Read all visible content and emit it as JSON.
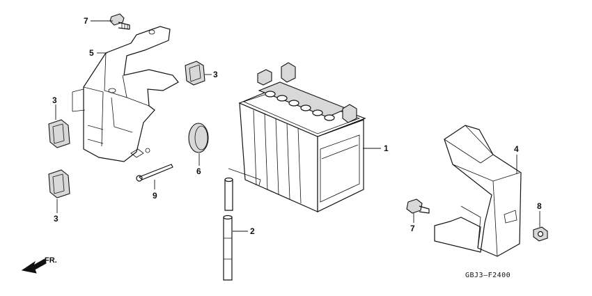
{
  "diagram": {
    "drawing_code": "GBJ3—F2400",
    "direction_label": "FR.",
    "callouts": {
      "battery": "1",
      "tube": "2",
      "cushion_top": "3",
      "cushion_left_upper": "3",
      "cushion_left_lower": "3",
      "battery_cover": "4",
      "battery_holder": "5",
      "rubber_disc": "6",
      "bolt_top": "7",
      "bolt_right": "7",
      "nut": "8",
      "cotter_pin": "9"
    }
  }
}
